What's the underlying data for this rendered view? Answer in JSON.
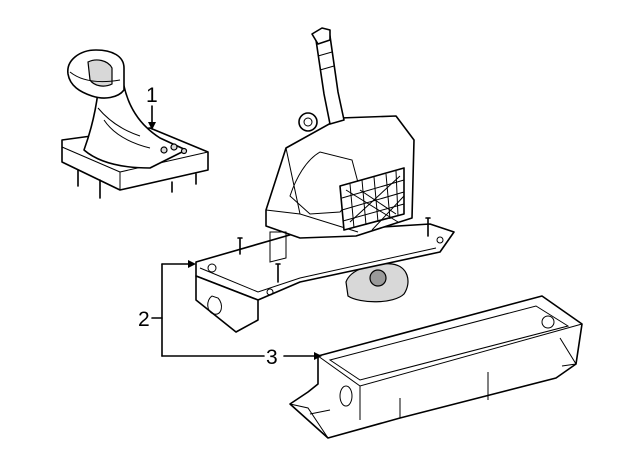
{
  "callouts": {
    "knob": "1",
    "shifter": "2",
    "console_bracket": "3"
  }
}
